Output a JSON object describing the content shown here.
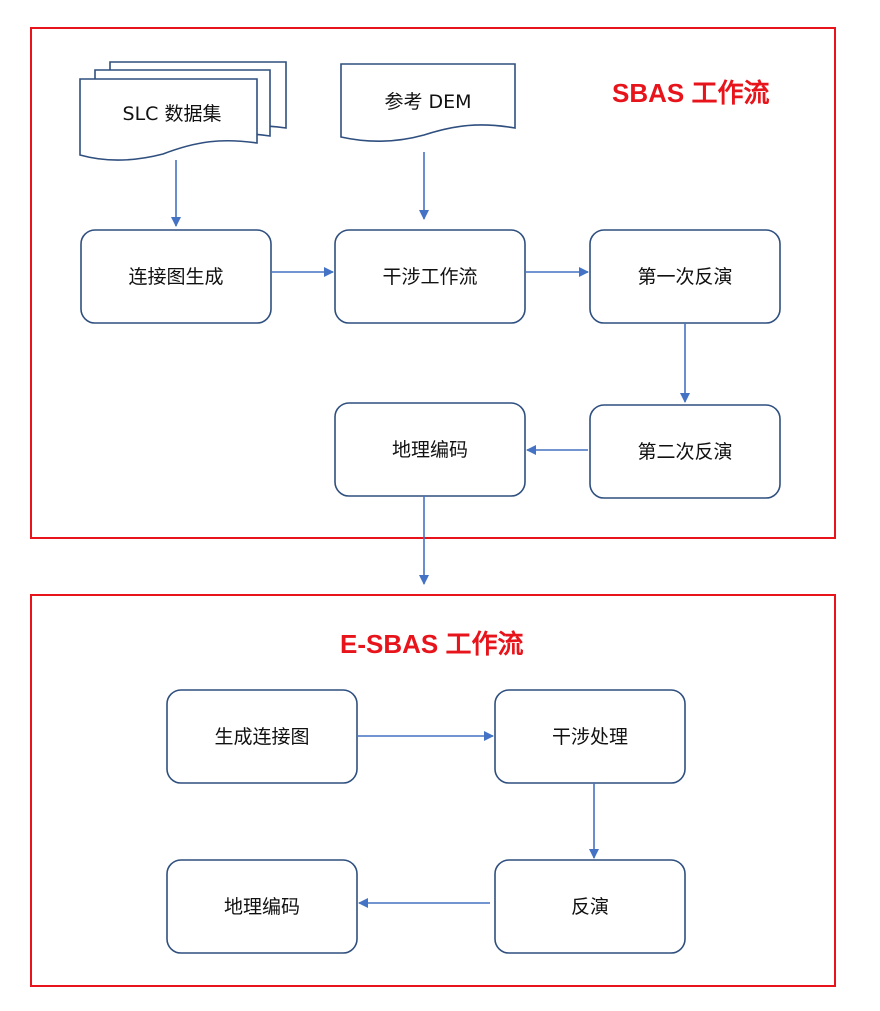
{
  "colors": {
    "frame": "#e8141b",
    "title": "#e8141b",
    "node_stroke": "#2f4f7f",
    "arrow": "#4472c4",
    "text": "#111111"
  },
  "sbas": {
    "title": "SBAS 工作流",
    "slc_dataset": "SLC 数据集",
    "reference_dem": "参考 DEM",
    "graph_generation": "连接图生成",
    "interferometry_workflow": "干涉工作流",
    "first_inversion": "第一次反演",
    "second_inversion": "第二次反演",
    "geocoding": "地理编码"
  },
  "esbas": {
    "title": "E-SBAS 工作流",
    "generate_graph": "生成连接图",
    "interferometric_processing": "干涉处理",
    "inversion": "反演",
    "geocoding": "地理编码"
  }
}
